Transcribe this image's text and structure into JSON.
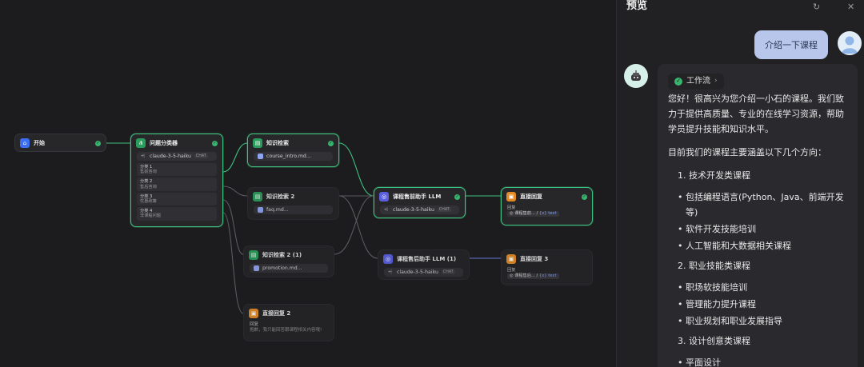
{
  "canvas": {
    "nodes": {
      "start": {
        "title": "开始"
      },
      "classifier": {
        "title": "问题分类器",
        "model": "claude-3-5-haiku",
        "model_badge": "CHAT",
        "classes": [
          {
            "label": "分类 1",
            "value": "售前咨询"
          },
          {
            "label": "分类 2",
            "value": "售后咨询"
          },
          {
            "label": "分类 3",
            "value": "优惠政策"
          },
          {
            "label": "分类 4",
            "value": "非课程问题"
          }
        ]
      },
      "kr1": {
        "title": "知识检索",
        "file": "course_intro.md..."
      },
      "kr2": {
        "title": "知识检索 2",
        "file": "faq.md..."
      },
      "kr3": {
        "title": "知识检索 2 (1)",
        "file": "promotion.md..."
      },
      "llm1": {
        "title": "课程售前助手 LLM",
        "model": "claude-3-5-haiku",
        "model_badge": "CHAT"
      },
      "llm2": {
        "title": "课程售后助手 LLM (1)",
        "model": "claude-3-5-haiku",
        "model_badge": "CHAT"
      },
      "ans1": {
        "title": "直接回复",
        "label": "回复",
        "ref": "课程售前...",
        "tag": "{x} text"
      },
      "ans3": {
        "title": "直接回复 3",
        "label": "回复",
        "ref": "课程售后...",
        "tag": "{x} text"
      },
      "ans2": {
        "title": "直接回复 2",
        "label": "回复",
        "text": "抱歉，我只能回答跟课程相关内容哦!"
      }
    }
  },
  "preview": {
    "title": "预览",
    "user_message": "介绍一下课程",
    "workflow_label": "工作流",
    "response": {
      "intro": "您好！很高兴为您介绍一小石的课程。我们致力于提供高质量、专业的在线学习资源，帮助学员提升技能和知识水平。",
      "lead": "目前我们的课程主要涵盖以下几个方向：",
      "sections": [
        {
          "heading": "1. 技术开发类课程",
          "items": [
            "包括编程语言(Python、Java、前端开发等)",
            "软件开发技能培训",
            "人工智能和大数据相关课程"
          ]
        },
        {
          "heading": "2. 职业技能类课程",
          "items": [
            "职场软技能培训",
            "管理能力提升课程",
            "职业规划和职业发展指导"
          ]
        },
        {
          "heading": "3. 设计创意类课程",
          "items": [
            "平面设计"
          ]
        }
      ]
    }
  }
}
